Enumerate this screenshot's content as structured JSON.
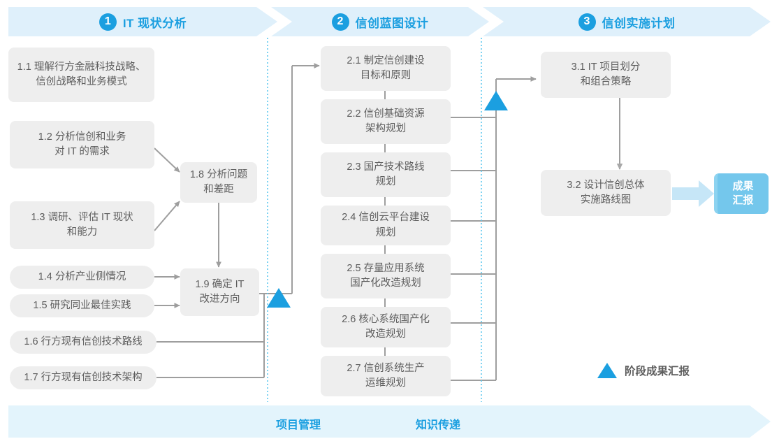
{
  "phases": [
    {
      "number": "1",
      "title": "IT 现状分析"
    },
    {
      "number": "2",
      "title": "信创蓝图设计"
    },
    {
      "number": "3",
      "title": "信创实施计划"
    }
  ],
  "nodes": {
    "n11": "1.1 理解行方金融科技战略、\n信创战略和业务模式",
    "n12": "1.2 分析信创和业务\n对 IT 的需求",
    "n13": "1.3 调研、评估 IT 现状\n和能力",
    "n14": "1.4 分析产业侧情况",
    "n15": "1.5 研究同业最佳实践",
    "n16": "1.6 行方现有信创技术路线",
    "n17": "1.7 行方现有信创技术架构",
    "n18": "1.8 分析问题\n和差距",
    "n19": "1.9 确定 IT\n改进方向",
    "n21": "2.1 制定信创建设\n目标和原则",
    "n22": "2.2 信创基础资源\n架构规划",
    "n23": "2.3 国产技术路线\n规划",
    "n24": "2.4 信创云平台建设\n规划",
    "n25": "2.5 存量应用系统\n国产化改造规划",
    "n26": "2.6 核心系统国产化\n改造规划",
    "n27": "2.7 信创系统生产\n运维规划",
    "n31": "3.1 IT 项目划分\n和组合策略",
    "n32": "3.2 设计信创总体\n实施路线图"
  },
  "result_chip": {
    "label": "成果\n汇报"
  },
  "legend": {
    "label": "阶段成果汇报",
    "marker": "triangle"
  },
  "bottom_banner": {
    "labels": [
      "项目管理",
      "知识传递"
    ]
  },
  "colors": {
    "accent": "#1b9fe0",
    "banner_bg": "#dff0fb",
    "bottom_banner_bg": "#e3f4fc",
    "node_bg": "#eeeeee",
    "node_text": "#5d5d5d",
    "chip_bg": "#74c7ec",
    "connector": "#9e9e9e",
    "divider_dotted": "#5ec8ef"
  }
}
